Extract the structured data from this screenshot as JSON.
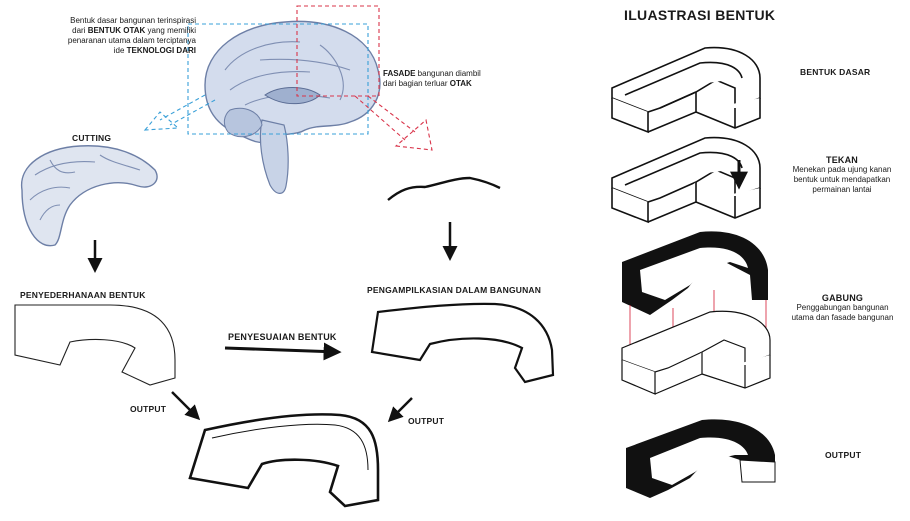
{
  "intro": {
    "line1": "Bentuk dasar bangunan terinspirasi",
    "line2_pre": "dari ",
    "line2_bold": "BENTUK OTAK",
    "line2_post": " yang memiliki",
    "line3": "penaranan utama dalam terciptanya",
    "line4_pre": "ide ",
    "line4_bold": "TEKNOLOGI DARI"
  },
  "facade": {
    "line1_bold": "FASADE",
    "line1_rest": " bangunan diambil",
    "line2_pre": "dari bagian terluar ",
    "line2_bold": "OTAK"
  },
  "labels": {
    "cutting": "CUTTING",
    "simplify": "PENYEDERHANAAN BENTUK",
    "adjust": "PENYESUAIAN BENTUK",
    "apply": "PENGAMPILKASIAN DALAM BANGUNAN",
    "output_left": "OUTPUT",
    "output_right": "OUTPUT"
  },
  "illustration": {
    "title": "ILUASTRASI BENTUK",
    "basic": "BENTUK DASAR",
    "press_title": "TEKAN",
    "press_desc": [
      "Menekan pada ujung kanan",
      "bentuk untuk mendapatkan",
      "permainan lantai"
    ],
    "merge_title": "GABUNG",
    "merge_desc": [
      "Penggabungan bangunan",
      "utama dan fasade bangunan"
    ],
    "output": "OUTPUT"
  },
  "colors": {
    "blue_dash": "#3aa0d8",
    "red_dash": "#d9344a",
    "brain_fill": "#c9d6ea",
    "brain_stroke": "#6d7fa6"
  }
}
